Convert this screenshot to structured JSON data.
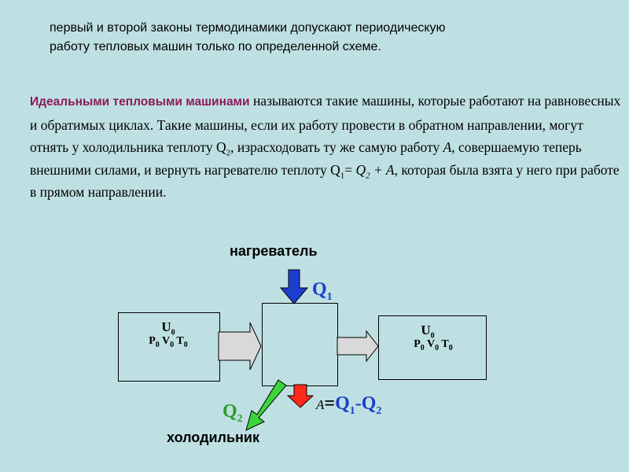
{
  "intro": {
    "line1": "первый и второй законы термодинамики допускают периодическую",
    "line2": "работу тепловых машин только по определенной схеме."
  },
  "paragraph": {
    "term": "Идеальными тепловыми машинами",
    "p1": " называются такие машины, которые работают на равновесных и обратимых циклах. Такие машины, если их работу провести в обратном направлении, могут отнять у холодильника теплоту Q",
    "p1_sub": "2",
    "p2": ", израсходовать ту же самую работу ",
    "A": "A",
    "p3": ", совершаемую теперь внешними силами, и вернуть нагревателю теплоту Q",
    "p3_sub": "1",
    "p4": "= ",
    "q2": "Q",
    "q2_sub": "2",
    "p5": " + ",
    "A2": "A",
    "p6": ", которая была взята у него при работе в прямом направлении."
  },
  "diagram": {
    "heater_label": "нагреватель",
    "cooler_label": "холодильник",
    "q1": {
      "base": "Q",
      "sub": "1"
    },
    "q2": {
      "base": "Q",
      "sub": "2"
    },
    "left_state": {
      "u": "U",
      "u_sub": "0",
      "p": "P",
      "p_sub": "0",
      "v": "V",
      "v_sub": "0",
      "t": "T",
      "t_sub": "0"
    },
    "right_state": {
      "u": "U",
      "u_sub": "0",
      "p": "P",
      "p_sub": "0",
      "v": "V",
      "v_sub": "0",
      "t": "T",
      "t_sub": "0"
    },
    "work": {
      "a": "A",
      "eq": "=",
      "q1": "Q",
      "q1_sub": "1",
      "minus": "-",
      "q2": "Q",
      "q2_sub": "2"
    }
  },
  "colors": {
    "background": "#bfe0e2",
    "term": "#8b1a5a",
    "heat_blue": "#1a3fd0",
    "heat_green": "#2e9b2e",
    "arrow_red": "#ff2a1a"
  }
}
